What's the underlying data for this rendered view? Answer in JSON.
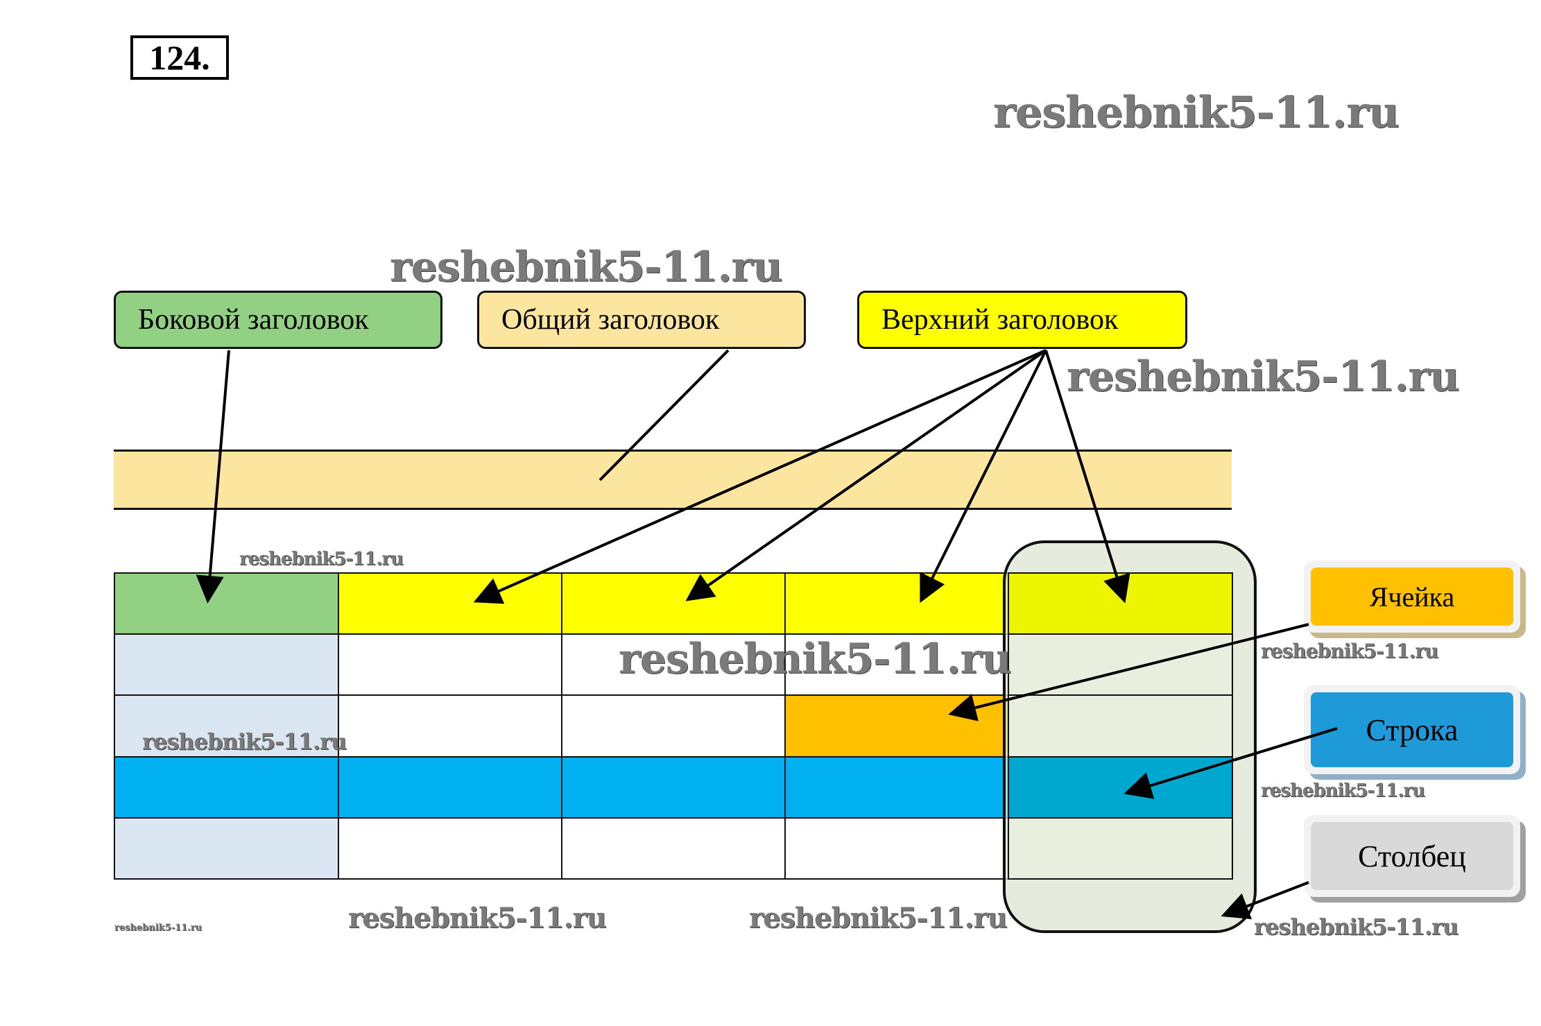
{
  "task_number": "124.",
  "watermark": "reshebnik5-11.ru",
  "labels": {
    "side_header": "Боковой заголовок",
    "general_header": "Общий заголовок",
    "top_header": "Верхний заголовок",
    "cell": "Ячейка",
    "row": "Строка",
    "column": "Столбец"
  },
  "colors": {
    "side_header": "#92d084",
    "general_header": "#fce59e",
    "top_header": "#ffff00",
    "cell": "#ffc000",
    "row": "#00b0f0",
    "row_label": "#1f9ad8",
    "column_label": "#d9d9d9",
    "side_cells": "#dae6f2"
  },
  "table": {
    "columns": 5,
    "rows": 5,
    "highlighted_cell": {
      "row": 3,
      "col": 4
    },
    "highlighted_row": 4,
    "highlighted_column": 5
  }
}
